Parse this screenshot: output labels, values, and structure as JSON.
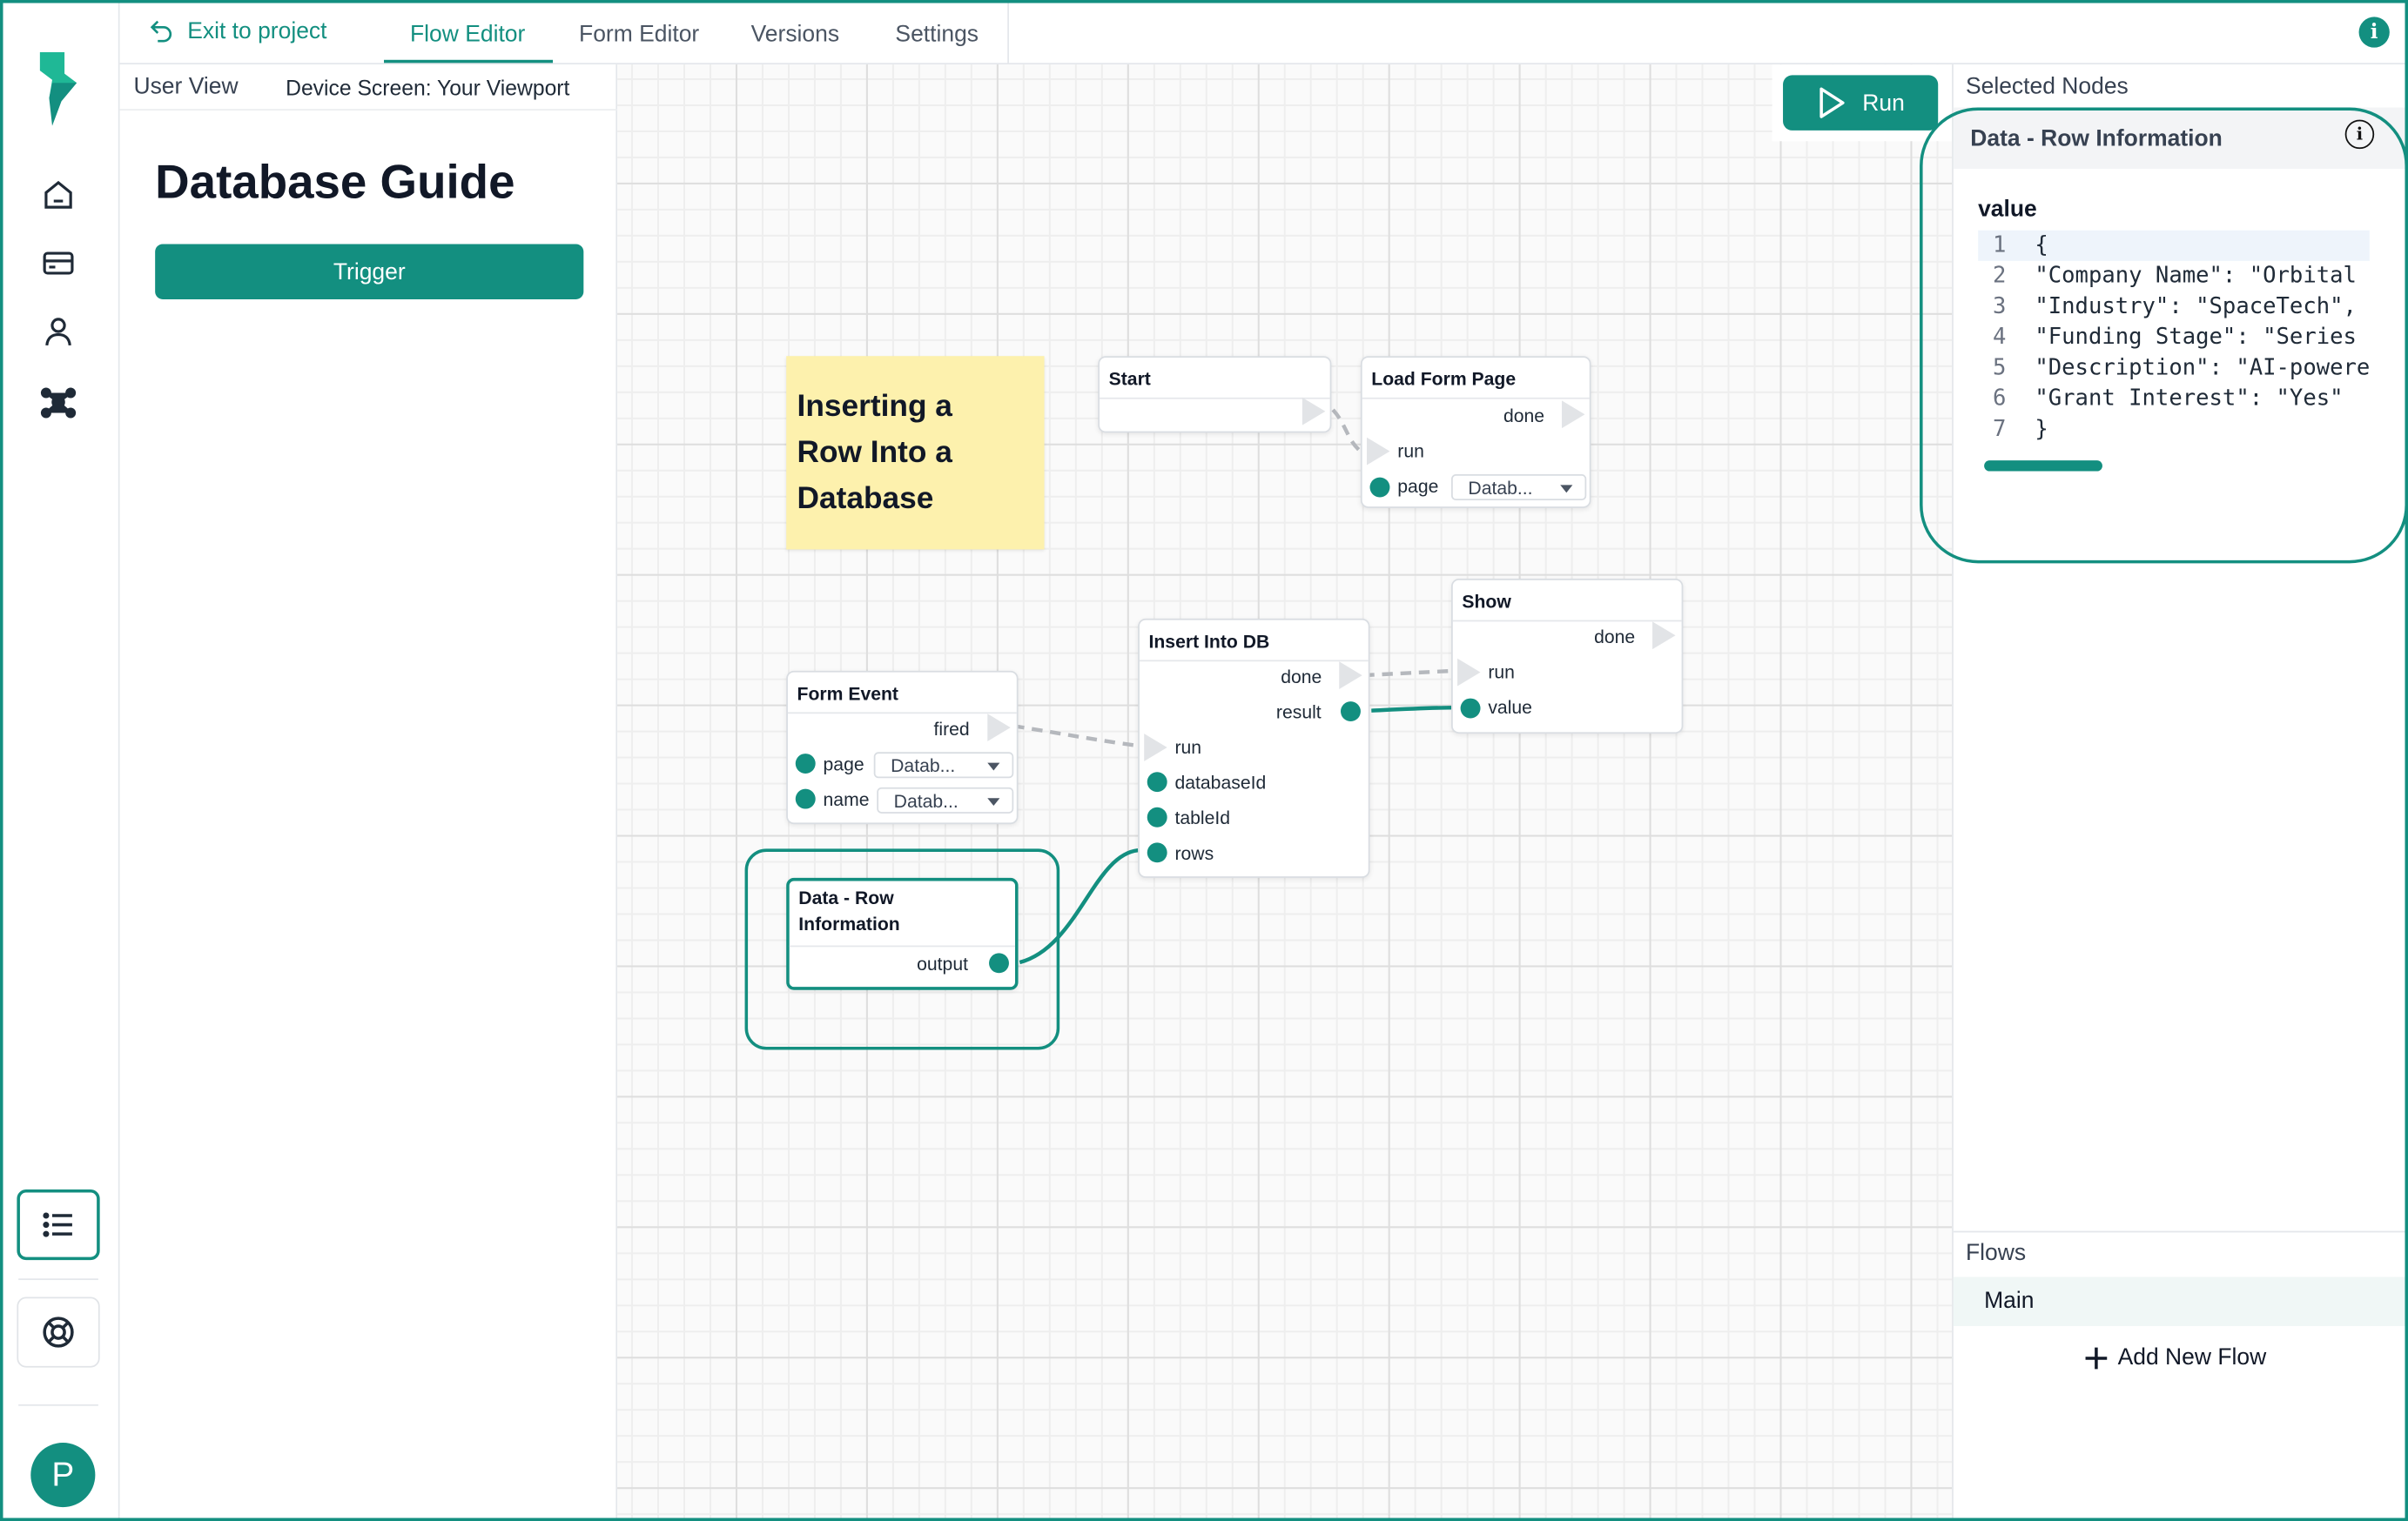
{
  "topbar": {
    "exit_label": "Exit to project",
    "tabs": [
      "Flow Editor",
      "Form Editor",
      "Versions",
      "Settings"
    ],
    "active_tab": "Flow Editor"
  },
  "user_view": {
    "label": "User View",
    "device": "Device Screen: Your Viewport",
    "page_title": "Database Guide",
    "trigger_label": "Trigger"
  },
  "avatar": {
    "initial": "P"
  },
  "canvas": {
    "run_label": "Run",
    "sticky_lines": [
      "Inserting a",
      "Row Into a",
      "Database"
    ],
    "nodes": {
      "start": {
        "title": "Start"
      },
      "load_form": {
        "title": "Load Form Page",
        "outputs": [
          "done"
        ],
        "inputs": [
          "run",
          "page"
        ],
        "page_value": "Datab..."
      },
      "form_event": {
        "title": "Form Event",
        "outputs": [
          "fired",
          "page",
          "name"
        ],
        "page_value": "Datab...",
        "name_value": "Datab..."
      },
      "insert_db": {
        "title": "Insert Into DB",
        "outputs": [
          "done",
          "result"
        ],
        "inputs": [
          "run",
          "databaseId",
          "tableId",
          "rows"
        ]
      },
      "show": {
        "title": "Show",
        "outputs": [
          "done"
        ],
        "inputs": [
          "run",
          "value"
        ]
      },
      "data_row": {
        "title_lines": [
          "Data - Row",
          "Information"
        ],
        "outputs": [
          "output"
        ]
      }
    }
  },
  "selected": {
    "section_title": "Selected Nodes",
    "node_title": "Data - Row Information",
    "value_label": "value",
    "code_lines": [
      {
        "n": "1",
        "text": "{"
      },
      {
        "n": "2",
        "text": "\"Company Name\": \"Orbital"
      },
      {
        "n": "3",
        "text": "\"Industry\": \"SpaceTech\","
      },
      {
        "n": "4",
        "text": "\"Funding Stage\": \"Series"
      },
      {
        "n": "5",
        "text": "\"Description\": \"AI-powere"
      },
      {
        "n": "6",
        "text": "\"Grant Interest\": \"Yes\""
      },
      {
        "n": "7",
        "text": "}"
      }
    ]
  },
  "flows": {
    "title": "Flows",
    "items": [
      "Main"
    ],
    "add_label": "Add New Flow"
  },
  "colors": {
    "accent": "#138f80",
    "sticky": "#fdf1ad",
    "canvas_bg": "#fafafa"
  },
  "icons": [
    "undo-arrow-icon",
    "home-icon",
    "card-icon",
    "user-icon",
    "network-icon",
    "list-icon",
    "lifebuoy-icon",
    "info-icon",
    "play-icon",
    "plus-icon",
    "chevron-down-icon"
  ]
}
